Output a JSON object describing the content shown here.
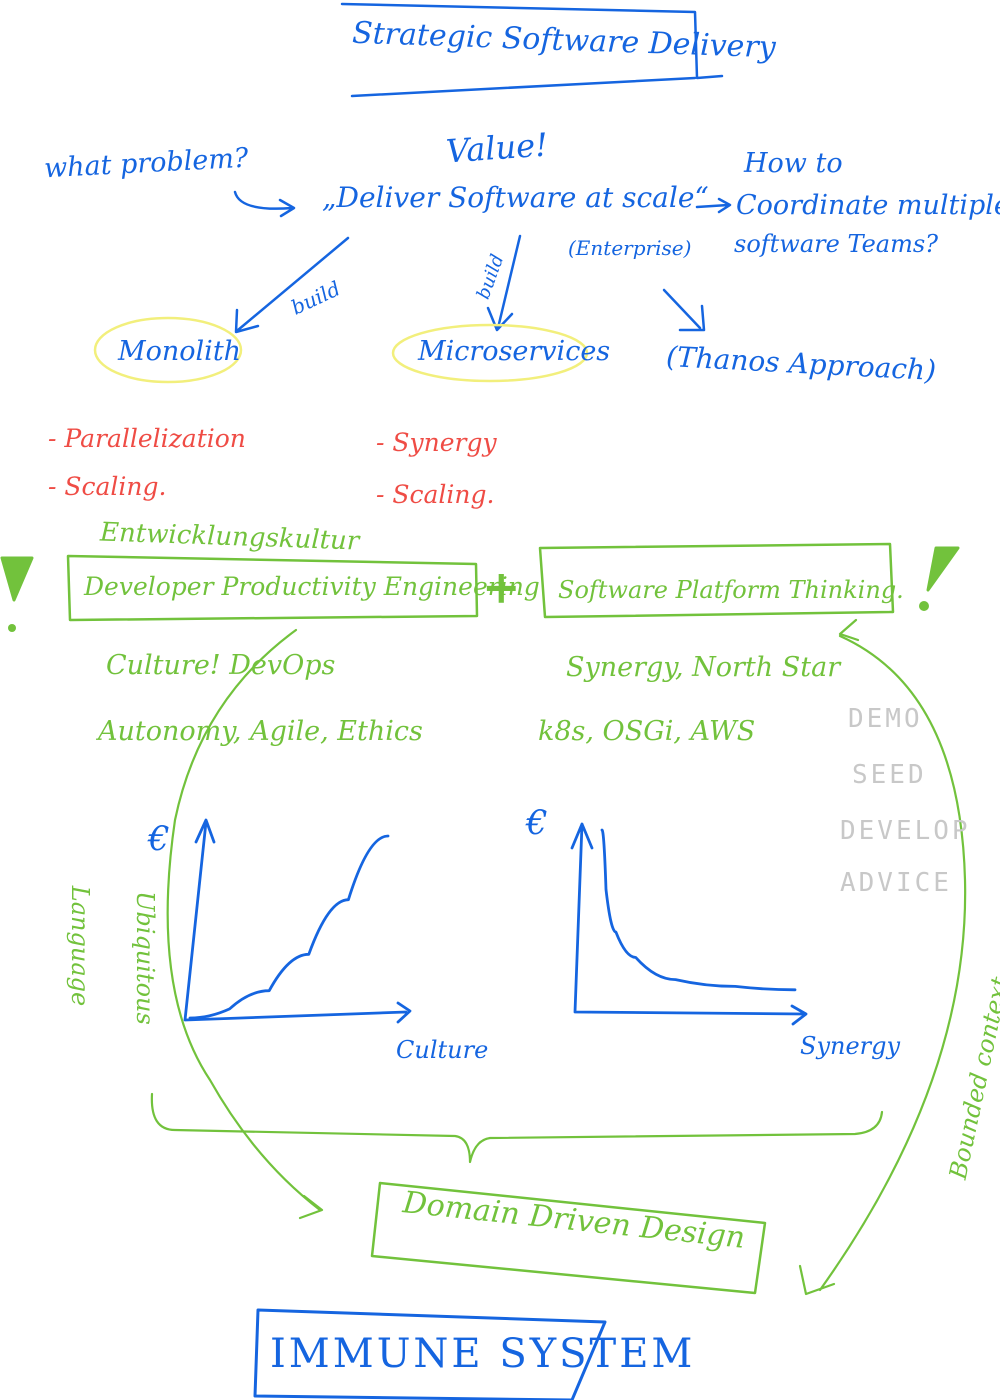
{
  "colors": {
    "blue": "#1565e0",
    "red": "#ef4c45",
    "green": "#72c23c",
    "grey": "#c8c8c8",
    "yellow": "#f2ef7c"
  },
  "title": "Strategic Software Delivery",
  "top": {
    "question": "what problem?",
    "value": "Value!",
    "center": "„Deliver Software at scale“",
    "coordinate_line1": "How to",
    "coordinate_line2": "Coordinate multiple",
    "coordinate_line3": "software Teams?",
    "enterprise": "(Enterprise)",
    "thanos": "(Thanos Approach)"
  },
  "arrows": {
    "build_left": "build",
    "build_mid": "build"
  },
  "architectures": {
    "monolith": "Monolith",
    "microservices": "Microservices",
    "monolith_issues": [
      "- Parallelization",
      "- Scaling."
    ],
    "microservices_issues": [
      "- Synergy",
      "- Scaling."
    ]
  },
  "german_note": "Entwicklungskultur",
  "left_box": {
    "label": "Developer Productivity Engineering",
    "line1": "Culture! DevOps",
    "line2": "Autonomy, Agile, Ethics"
  },
  "plus": "+",
  "right_box": {
    "label": "Software Platform Thinking.",
    "line1": "Synergy, North Star",
    "line2": "k8s, OSGi, AWS"
  },
  "exclamation_left": "!",
  "exclamation_right": "!",
  "grey_list": [
    "DEMO",
    "SEED",
    "DEVELOP",
    "ADVICE"
  ],
  "charts": {
    "left": {
      "ylabel": "€",
      "xlabel": "Culture",
      "vertical_note_1": "Ubiquitous",
      "vertical_note_2": "Language"
    },
    "right": {
      "ylabel": "€",
      "xlabel": "Synergy"
    }
  },
  "chart_data": [
    {
      "type": "line",
      "xlabel": "Culture",
      "ylabel": "€",
      "x": [
        0,
        2,
        4,
        6,
        8,
        10
      ],
      "y": [
        0,
        0.5,
        1.5,
        3.5,
        6.5,
        10
      ]
    },
    {
      "type": "line",
      "xlabel": "Synergy",
      "ylabel": "€",
      "x": [
        0.3,
        0.5,
        1,
        2,
        4,
        7,
        10
      ],
      "y": [
        10,
        6.5,
        4,
        2.5,
        1.2,
        0.8,
        0.6
      ]
    }
  ],
  "bounded_context": "Bounded context",
  "ddd": "Domain Driven Design",
  "immune": "IMMUNE SYSTEM"
}
